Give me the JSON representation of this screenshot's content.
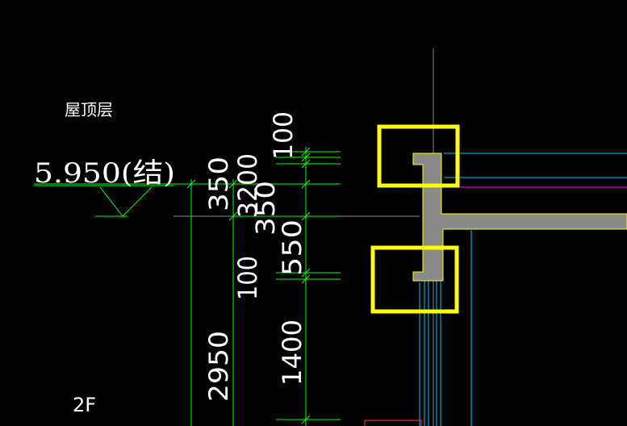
{
  "labels": {
    "floor_roof": "屋顶层",
    "elevation": "5.950(结)",
    "floor_2f": "2F"
  },
  "dimensions": {
    "d350_a": "350",
    "d3200": "3200",
    "d100_top": "100",
    "d350_b": "350",
    "d550": "550",
    "d100_mid": "100",
    "d2950": "2950",
    "d1400": "1400"
  },
  "colors": {
    "background": "#000000",
    "dimension_line": "#00ff00",
    "structure_fill": "#8a8a8a",
    "structure_outline": "#ffff00",
    "highlight_box": "#ffff00",
    "cyan_line": "#00c8ff",
    "magenta_line": "#ff00ff",
    "red_line": "#ff4040",
    "text": "#ffffff"
  }
}
